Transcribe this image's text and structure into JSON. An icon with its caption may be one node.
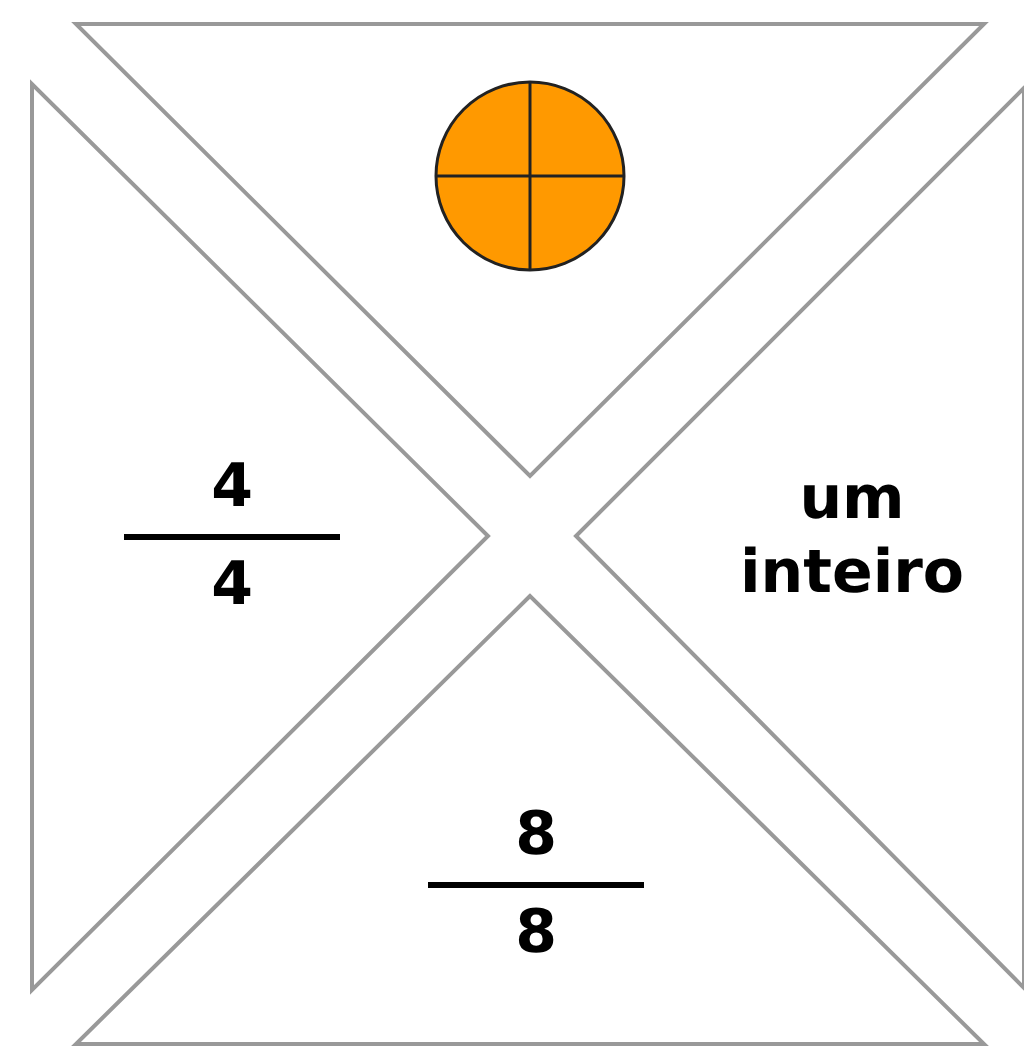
{
  "diagram": {
    "nodes": [
      {
        "text": [],
        "shape": "triangle"
      },
      {
        "text": [],
        "shape": "circle",
        "in": 0
      },
      {
        "text": [
          "4",
          "4"
        ]
      },
      {
        "text": [
          "um inteiro"
        ]
      },
      {
        "text": [
          "8",
          "8"
        ]
      }
    ]
  }
}
